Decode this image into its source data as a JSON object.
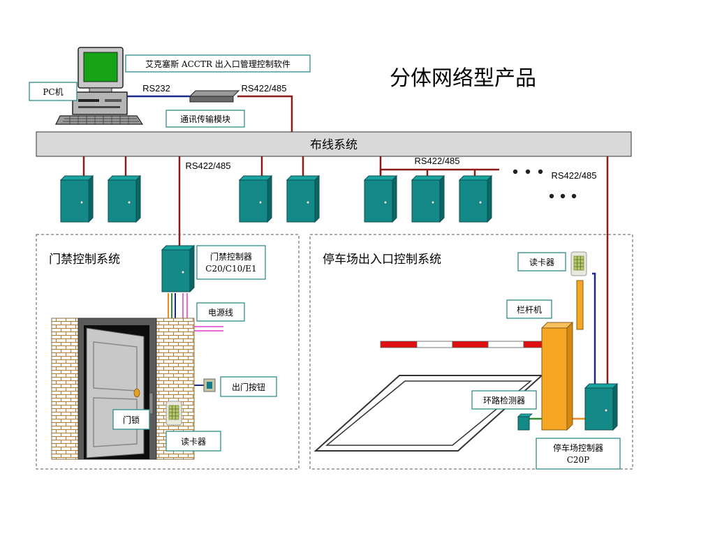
{
  "title": "分体网络型产品",
  "software_label": "艾克塞斯 ACCTR 出入口管理控制软件",
  "pc_label": "PC机",
  "rs232_label": "RS232",
  "rs_top_label": "RS422/485",
  "module_label": "通讯传输模块",
  "bus_label": "布线系统",
  "rs_left_label": "RS422/485",
  "rs_mid_label": "RS422/485",
  "rs_right_label": "RS422/485",
  "access_section": {
    "title": "门禁控制系统",
    "controller_line1": "门禁控制器",
    "controller_line2": "C20/C10/E1",
    "power_label": "电源线",
    "exit_button_label": "出门按钮",
    "lock_label": "门锁",
    "reader_label": "读卡器"
  },
  "parking_section": {
    "title": "停车场出入口控制系统",
    "reader_label": "读卡器",
    "barrier_label": "栏杆机",
    "loop_label": "环路检测器",
    "controller_line1": "停车场控制器",
    "controller_line2": "C20P"
  },
  "colors": {
    "cabinet": "#138a87",
    "bus": "#d9d9d9",
    "barrier": "#f5a623",
    "wire_red": "#8b1a1a",
    "wire_blue": "#1a2a8b"
  }
}
